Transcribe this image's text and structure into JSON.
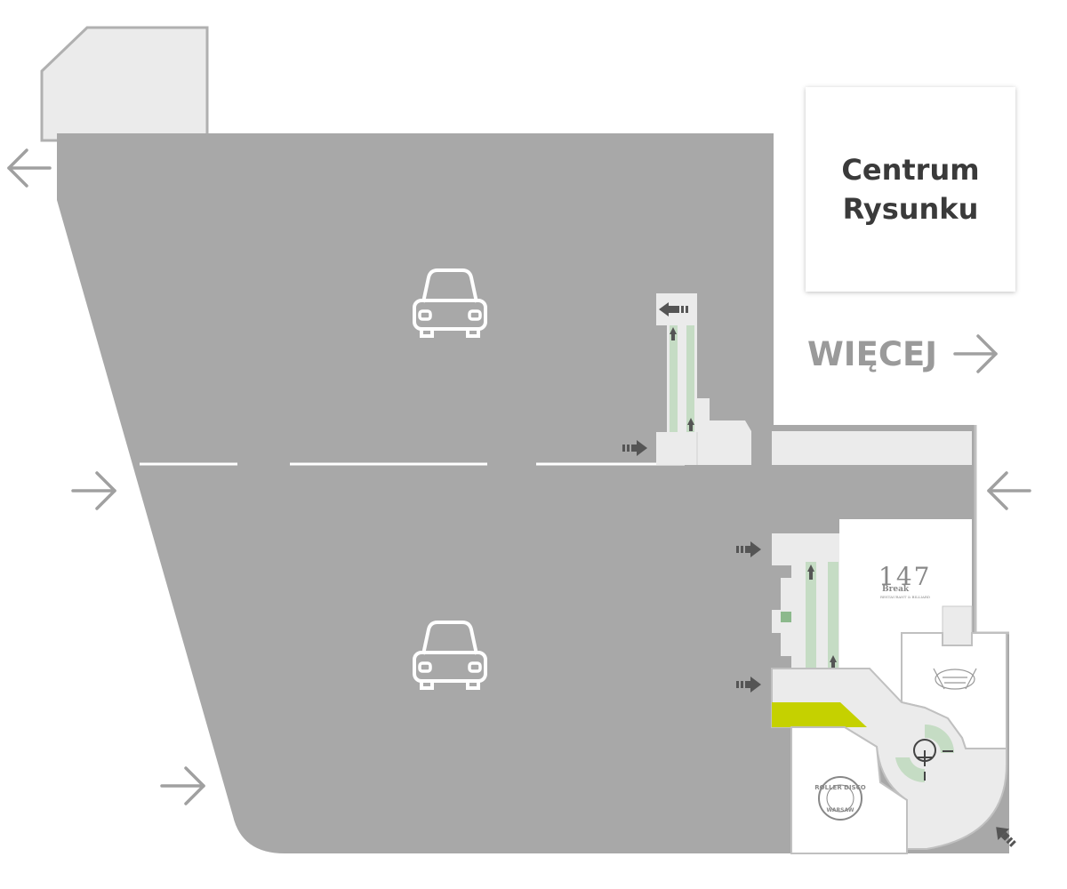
{
  "info_box": {
    "line1": "Centrum",
    "line2": "Rysunku"
  },
  "more_link": {
    "label": "WIĘCEJ",
    "icon": "arrow-right-icon"
  },
  "tenants": {
    "break147": {
      "number": "147",
      "word": "Break",
      "tagline": "RESTAURANT & BILLIARD"
    },
    "roller": {
      "top": "ROLLER DISCO",
      "bottom": "WARSAW"
    }
  },
  "icons": {
    "parking": "car-icon",
    "entrance": "arrow-icon",
    "escalator": "escalator-arrow-icon",
    "elevator": "elevator-icon"
  },
  "colors": {
    "parking": "#a8a8a8",
    "background": "#ffffff",
    "building": "#ebebeb",
    "escalator": "#c5dcc4",
    "elevator": "#8cb98c",
    "highlight": "#c5d100",
    "arrow": "#a0a0a0",
    "escalator_arrow": "#555555",
    "text": "#3a3a3a"
  }
}
